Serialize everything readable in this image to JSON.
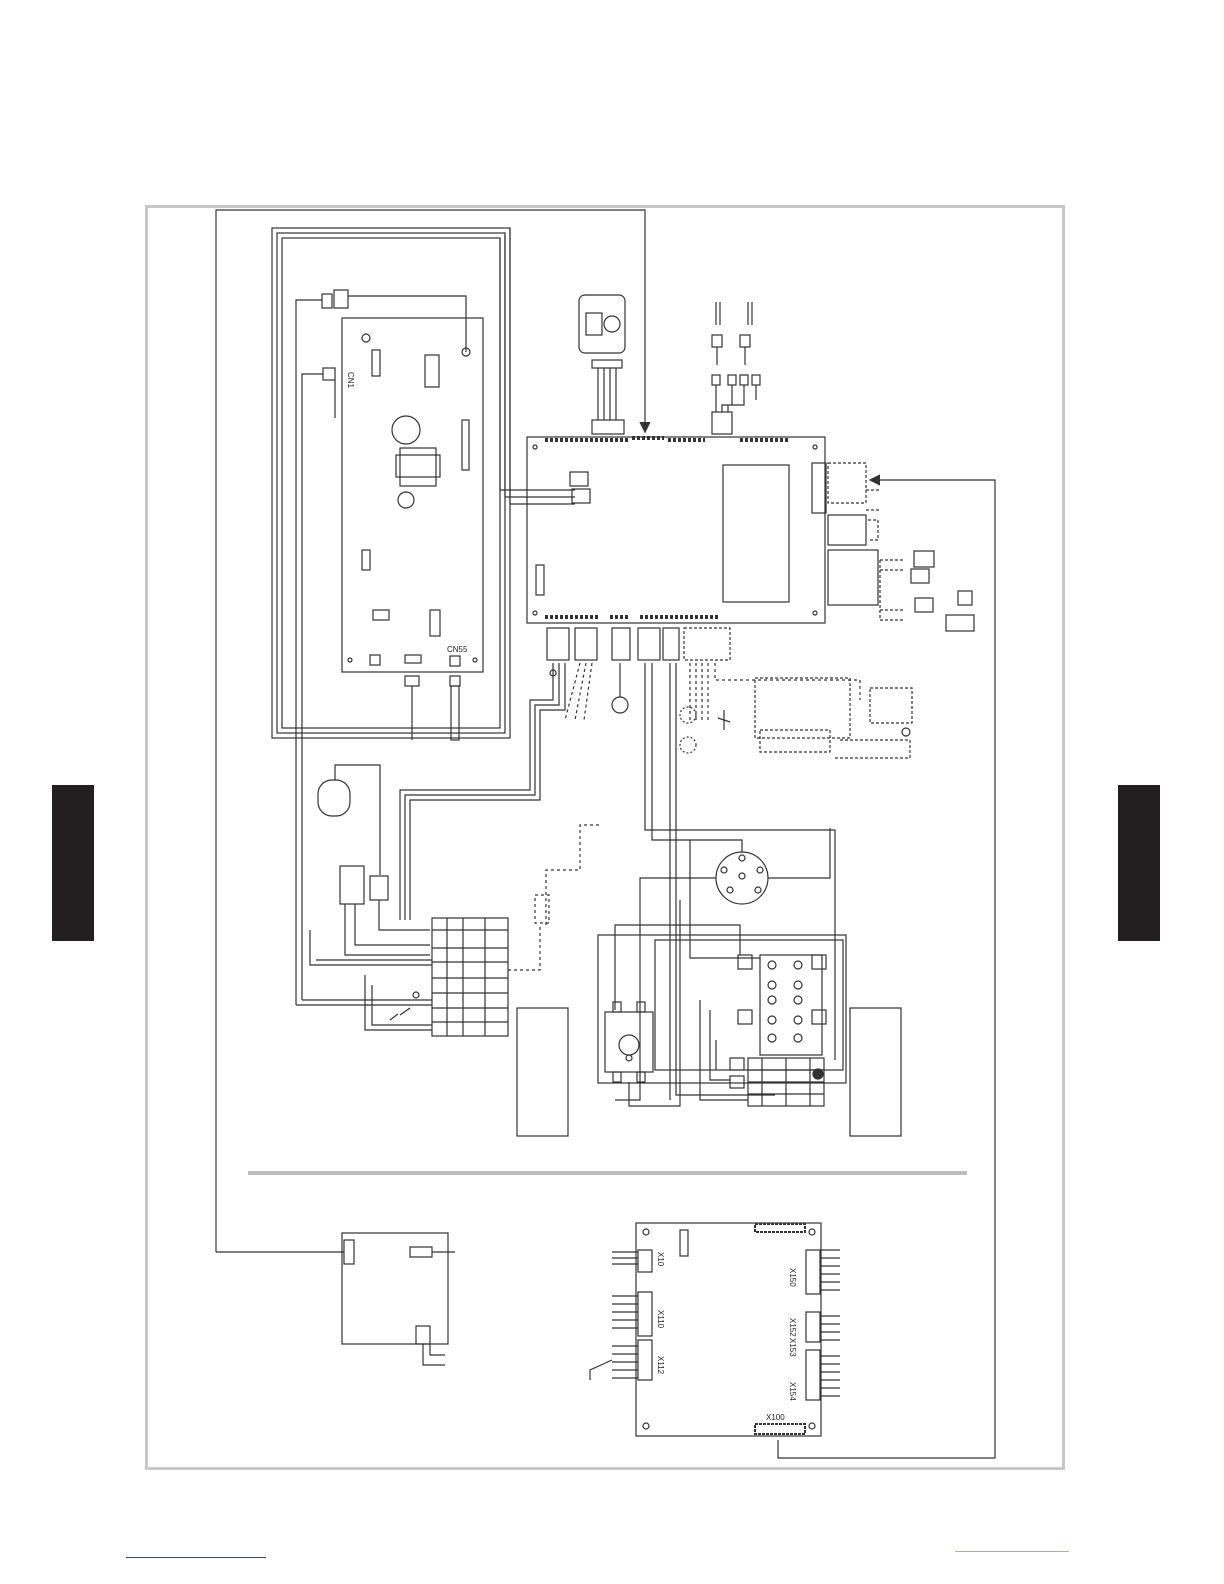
{
  "page": {
    "title": ""
  },
  "labels": {
    "cn1": "CN1",
    "cn55": "CN55",
    "x10": "X10",
    "x150": "X150",
    "x110": "X110",
    "x152": "X152",
    "x153": "X153",
    "x112": "X112",
    "x154": "X154",
    "x100": "X100"
  },
  "colors": {
    "side_tab": "#231f20",
    "frame_border": "#c8c8c8",
    "separator": "#bdbdbd",
    "footer_left_line": "#3a3aa0",
    "footer_right_line": "#e8a33c",
    "wire": "#333333"
  }
}
